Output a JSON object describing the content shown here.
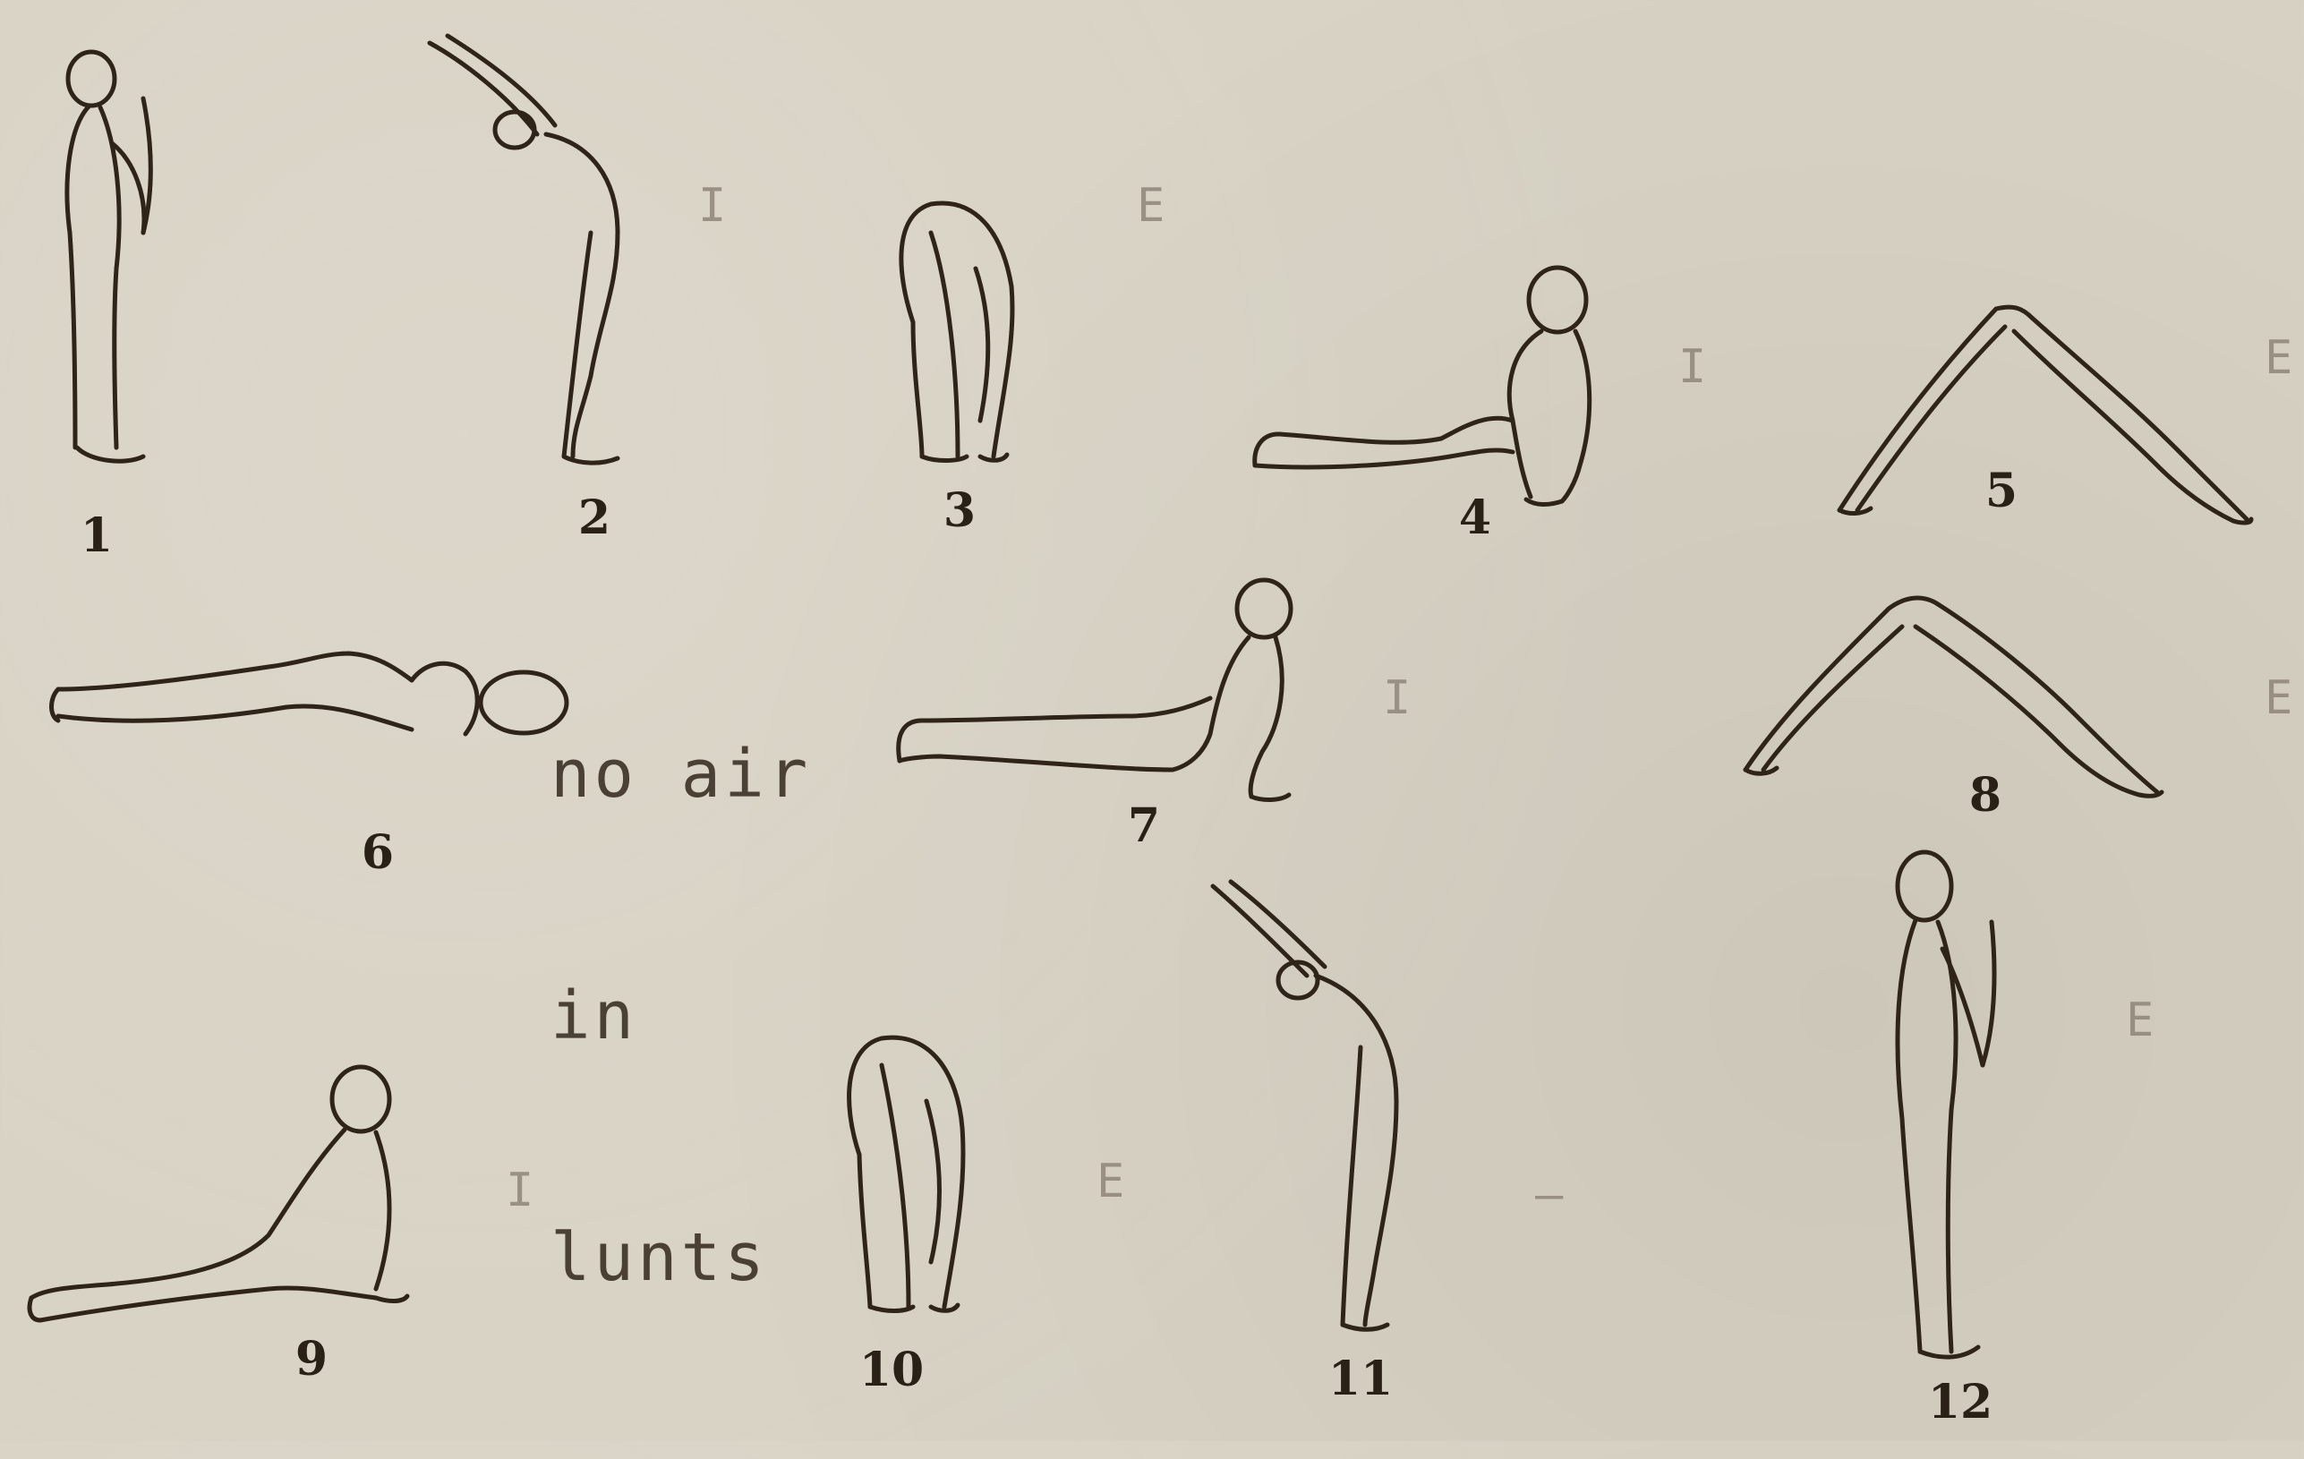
{
  "figure_numbers": [
    "1",
    "2",
    "3",
    "4",
    "5",
    "6",
    "7",
    "8",
    "9",
    "10",
    "11",
    "12"
  ],
  "note": {
    "line1": "no air",
    "line2": "in",
    "line3": "lunts"
  },
  "breath_marks": {
    "m1": "I",
    "m2": "E",
    "m3": "I",
    "m4": "E",
    "m5": "I",
    "m6": "E",
    "m7": "I",
    "m8": "E",
    "m9": "–",
    "m10": "E"
  },
  "colors": {
    "paper": "#d8d2c4",
    "ink": "#2e2418",
    "typewriter": "#4a4034"
  }
}
